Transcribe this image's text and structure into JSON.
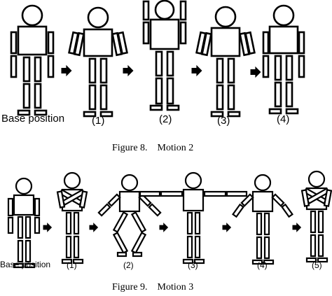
{
  "figure8": {
    "caption": "Figure 8. Motion 2",
    "labels": [
      "Base position",
      "(1)",
      "(2)",
      "(3)",
      "(4)"
    ]
  },
  "figure9": {
    "caption": "Figure 9. Motion 3",
    "labels": [
      "Base position",
      "(1)",
      "(2)",
      "(3)",
      "(4)",
      "(5)"
    ]
  },
  "colors": {
    "stroke": "#000000",
    "fill": "#ffffff"
  }
}
